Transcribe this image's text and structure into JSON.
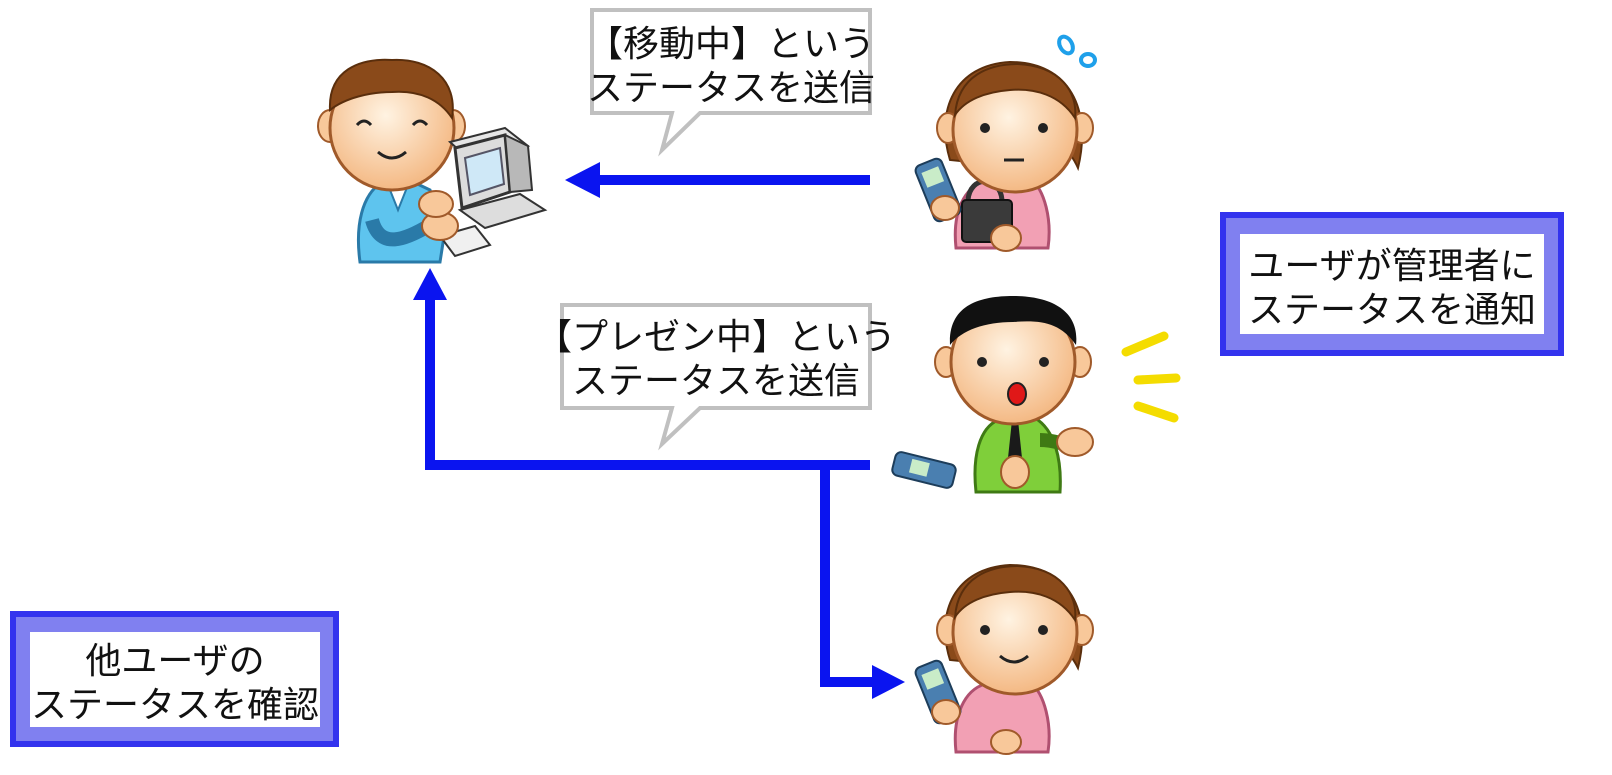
{
  "bubbles": {
    "moving": {
      "line1": "【移動中】という",
      "line2": "ステータスを送信"
    },
    "presenting": {
      "line1": "【プレゼン中】という",
      "line2": "ステータスを送信"
    }
  },
  "boxes": {
    "notify": {
      "line1": "ユーザが管理者に",
      "line2": "ステータスを通知"
    },
    "confirm": {
      "line1": "他ユーザの",
      "line2": "ステータスを確認"
    }
  },
  "colors": {
    "arrow": "#0a14f0",
    "box_border": "#3333ee",
    "box_fill": "#8080f0",
    "bubble_border": "#c0c0c0",
    "skin": "#f8c89a",
    "hair": "#8a4a1a",
    "admin_shirt": "#5ec4ee",
    "woman_shirt": "#f2a0b4",
    "man_shirt": "#7fcf3a",
    "phone": "#4a7fb0",
    "excite": "#f4dc00",
    "sweat": "#1fa0ea"
  },
  "figures": {
    "admin": "admin-at-computer",
    "woman_top": "woman-with-phone-and-bag",
    "man_middle": "man-presenting",
    "woman_bottom": "woman-with-phone"
  }
}
